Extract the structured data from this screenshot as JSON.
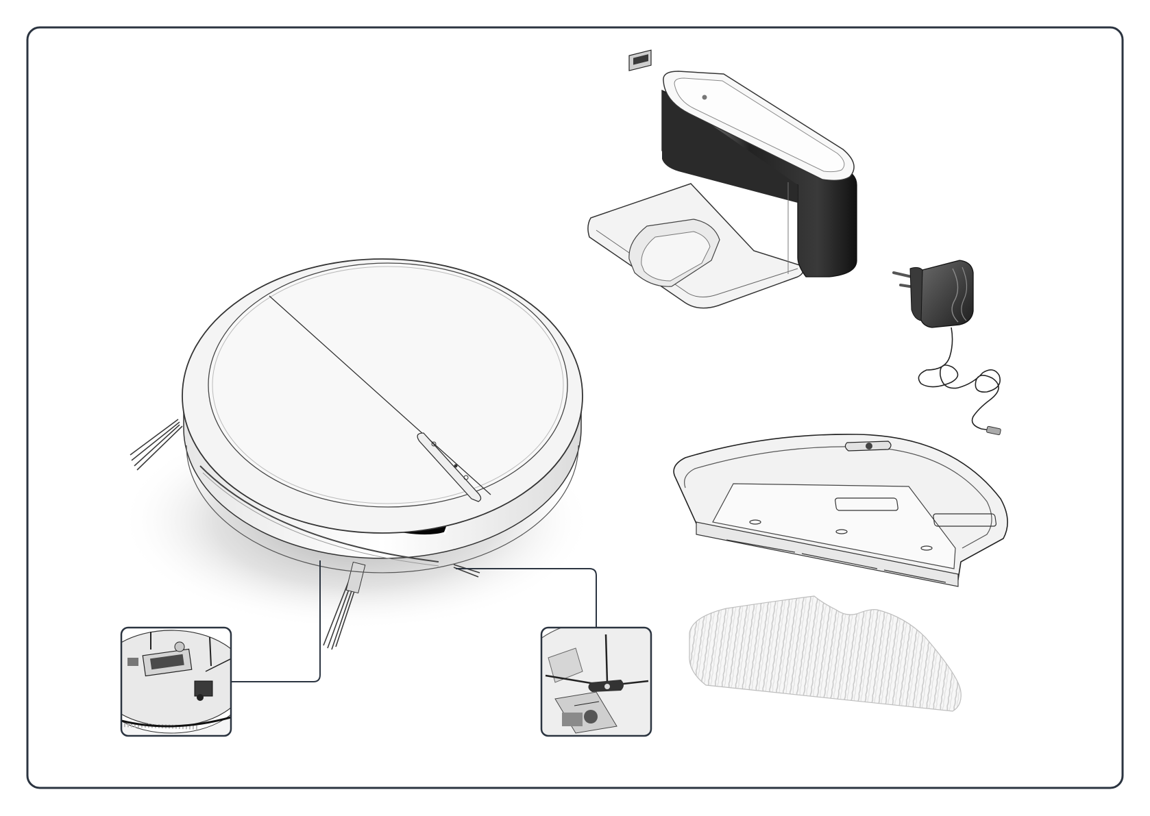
{
  "figure": {
    "type": "product-contents-illustration",
    "frame_color": "#2b3440",
    "items": [
      {
        "name": "robot-vacuum"
      },
      {
        "name": "charging-dock"
      },
      {
        "name": "power-adapter"
      },
      {
        "name": "water-tank"
      },
      {
        "name": "mop-pad"
      },
      {
        "name": "main-brush-detail"
      },
      {
        "name": "side-brush-detail"
      }
    ]
  }
}
